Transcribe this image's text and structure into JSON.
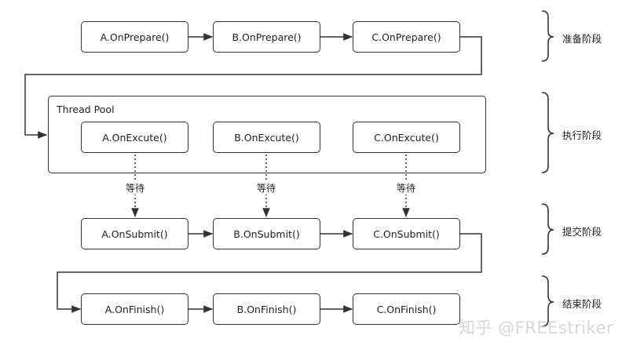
{
  "diagram": {
    "pool_title": "Thread Pool",
    "stages": [
      {
        "phase": "准备阶段",
        "nodes": [
          "A.OnPrepare()",
          "B.OnPrepare()",
          "C.OnPrepare()"
        ]
      },
      {
        "phase": "执行阶段",
        "nodes": [
          "A.OnExcute()",
          "B.OnExcute()",
          "C.OnExcute()"
        ]
      },
      {
        "phase": "提交阶段",
        "nodes": [
          "A.OnSubmit()",
          "B.OnSubmit()",
          "C.OnSubmit()"
        ]
      },
      {
        "phase": "结束阶段",
        "nodes": [
          "A.OnFinish()",
          "B.OnFinish()",
          "C.OnFinish()"
        ]
      }
    ],
    "wait_label": "等待"
  },
  "watermark": "知乎 @FREEstriker",
  "colors": {
    "line": "#333333",
    "watermark": "#d7d7d7"
  }
}
